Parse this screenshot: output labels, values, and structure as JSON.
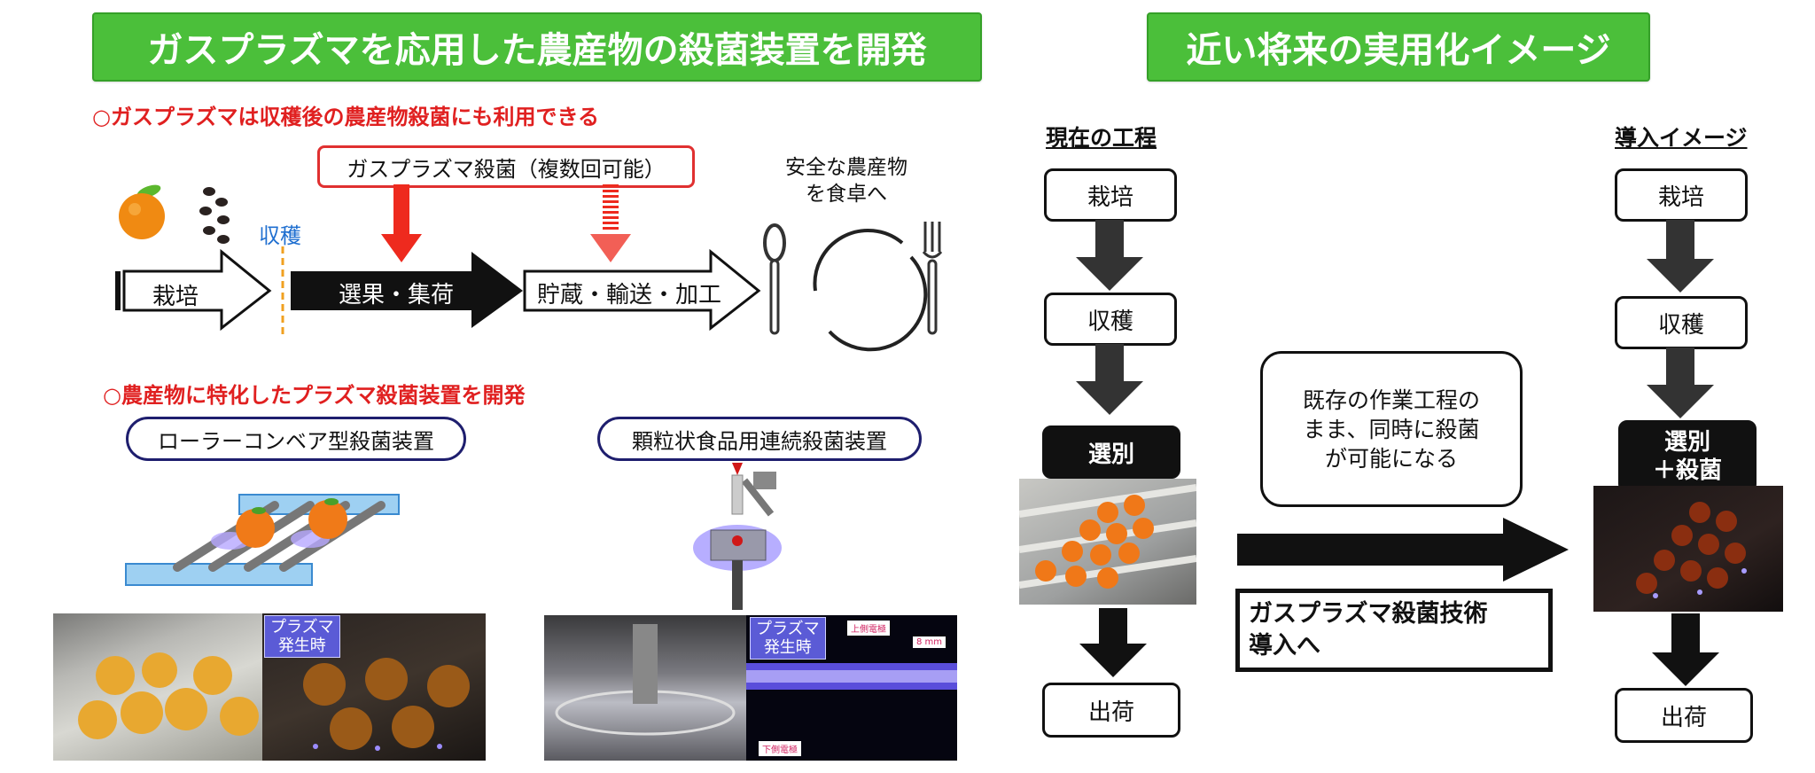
{
  "left": {
    "banner": "ガスプラズマを応用した農産物の殺菌装置を開発",
    "heading1": "○ガスプラズマは収穫後の農産物殺菌にも利用できる",
    "sterilization_box": "ガスプラズマ殺菌（複数回可能）",
    "harvest_label": "収穫",
    "safe_text_line1": "安全な農産物",
    "safe_text_line2": "を食卓へ",
    "flow": {
      "cultivation": "栽培",
      "selection": "選果・集荷",
      "storage": "貯蔵・輸送・加工"
    },
    "heading2": "○農産物に特化したプラズマ殺菌装置を開発",
    "device1": "ローラーコンベア型殺菌装置",
    "device2": "顆粒状食品用連続殺菌装置",
    "plasma_tag_line1": "プラズマ",
    "plasma_tag_line2": "発生時",
    "upper_electrode": "上側電極",
    "lower_electrode": "下側電極",
    "gap": "8 mm"
  },
  "right": {
    "banner": "近い将来の実用化イメージ",
    "current_title": "現在の工程",
    "future_title": "導入イメージ",
    "current_steps": [
      "栽培",
      "収穫",
      "選別",
      "出荷"
    ],
    "future_steps": [
      "栽培",
      "収穫",
      "選別",
      "＋殺菌",
      "出荷"
    ],
    "callout_line1": "既存の作業工程の",
    "callout_line2": "まま、同時に殺菌",
    "callout_line3": "が可能になる",
    "tech_line1": "ガスプラズマ殺菌技術",
    "tech_line2": "導入へ"
  },
  "colors": {
    "banner_green": "#4bbf3a",
    "heading_red": "#e02020",
    "pill_navy": "#1e1e6e",
    "plasma_purple": "#6a5cff"
  }
}
